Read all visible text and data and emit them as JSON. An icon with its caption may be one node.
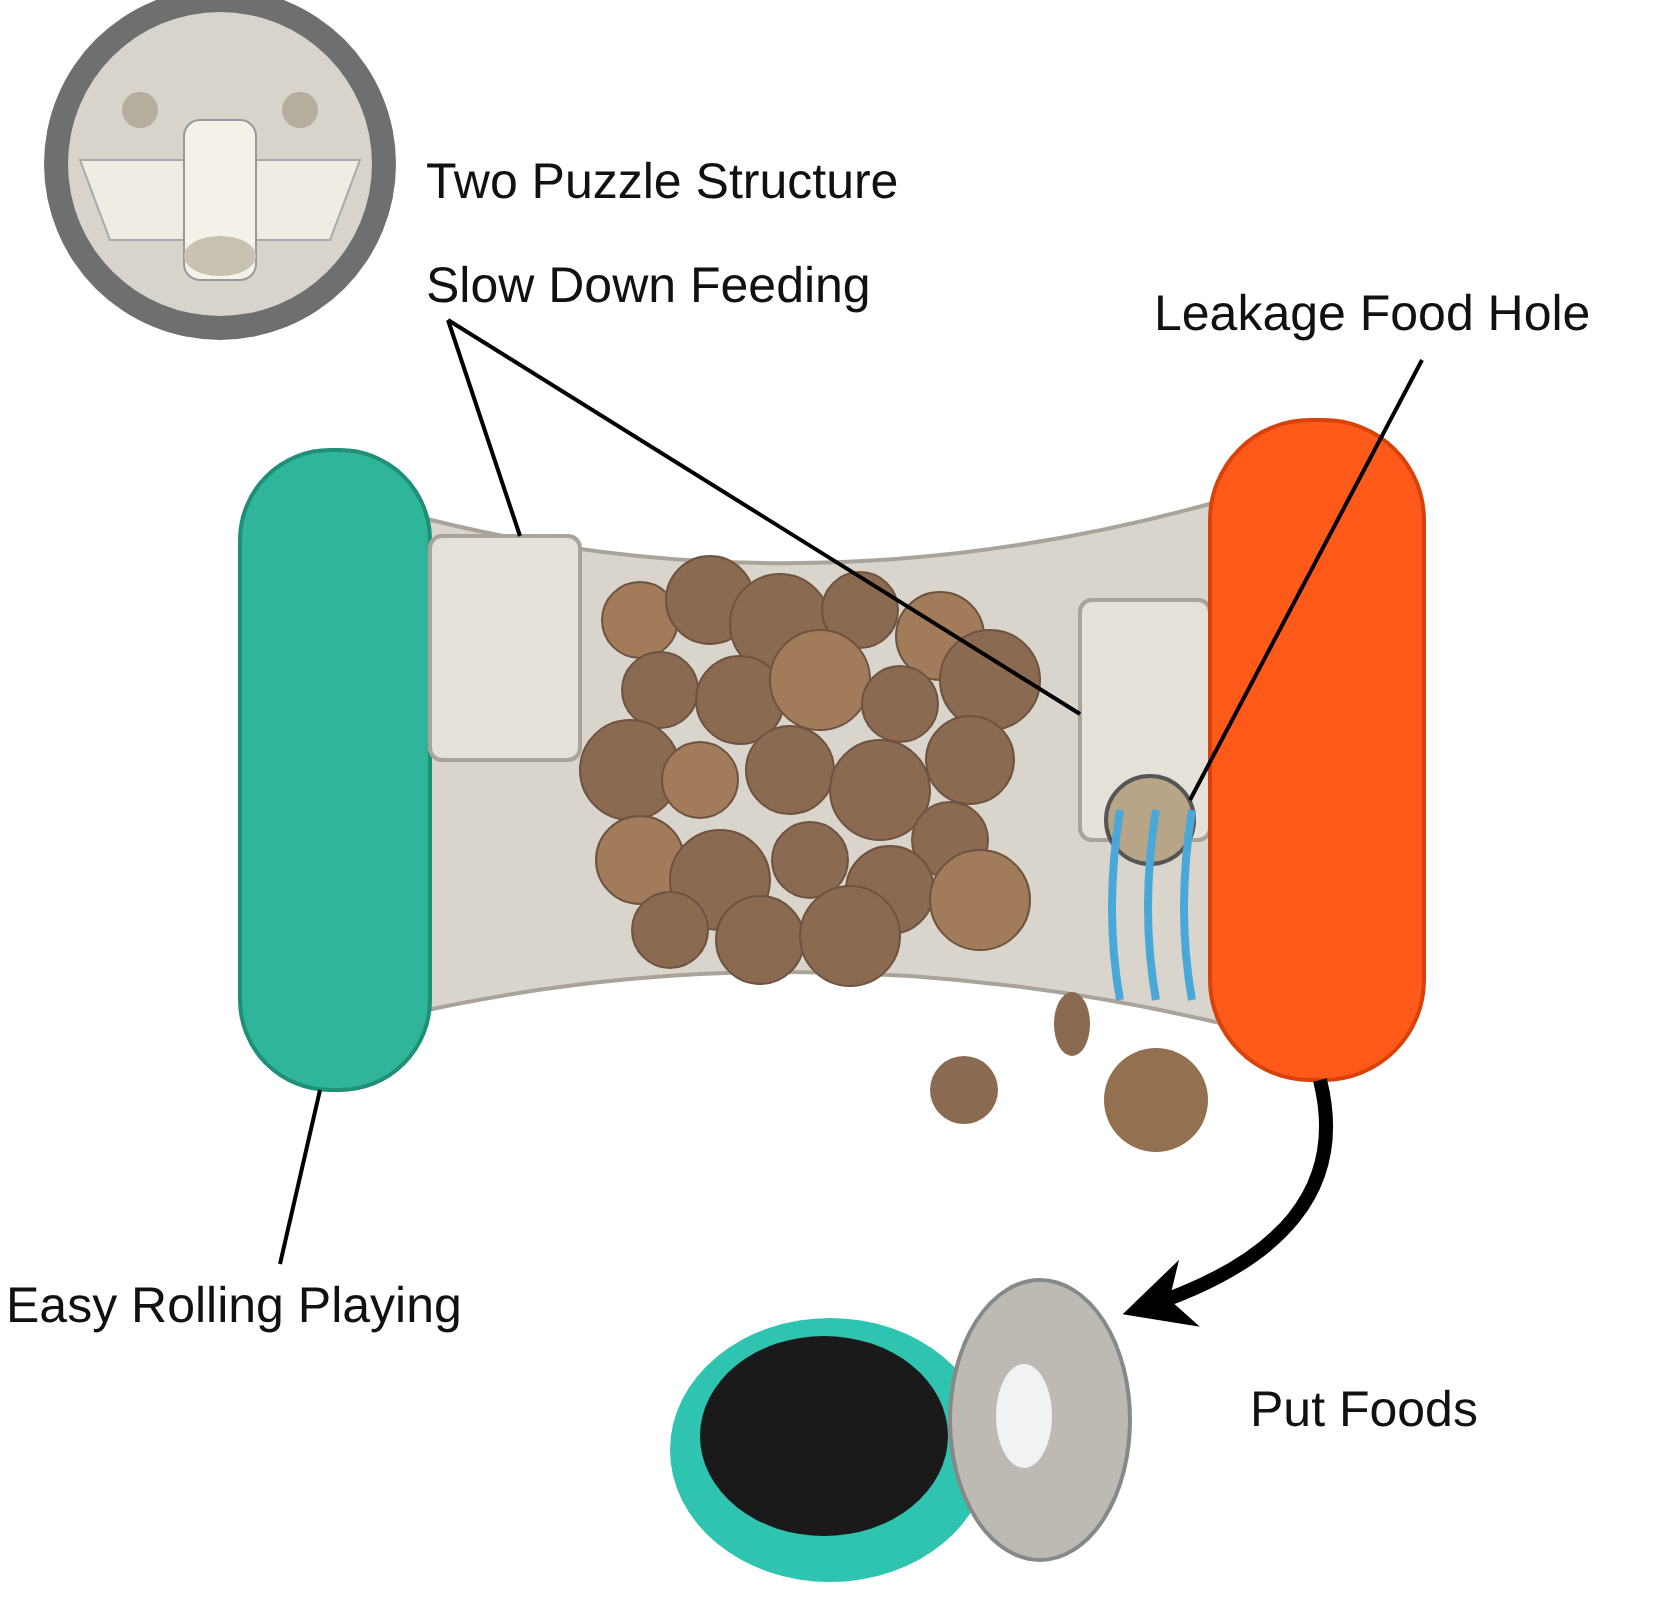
{
  "diagram": {
    "nodes": [
      {
        "text": [
          "Slow Down Feeding"
        ]
      },
      {
        "text": [],
        "shape": "box"
      },
      {
        "text": [],
        "shape": "box"
      },
      {
        "text": [],
        "shape": "box"
      },
      {
        "text": [
          "Leakage Food Hole"
        ]
      },
      {
        "text": [],
        "shape": "circle"
      },
      {
        "text": [
          "Easy Rolling Playing"
        ]
      },
      {
        "text": [],
        "shape": "box"
      },
      {
        "text": [],
        "shape": "picture"
      }
    ],
    "edges": [
      {
        "from": 0,
        "to": 2,
        "arrow": "none"
      },
      {
        "from": 0,
        "to": 3,
        "arrow": "none"
      },
      {
        "from": 4,
        "to": 5,
        "arrow": "none"
      },
      {
        "from": 6,
        "to": 1,
        "arrow": "none"
      },
      {
        "from": 7,
        "to": 8,
        "arrow": "to",
        "style": "thick"
      }
    ],
    "labels": [
      "Two Puzzle Structure",
      "Put Foods"
    ]
  }
}
